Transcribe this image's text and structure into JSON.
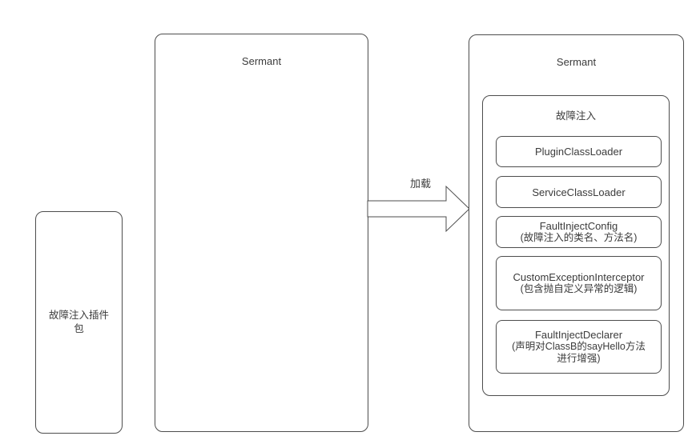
{
  "diagram": {
    "left_box": {
      "label": "故障注入插件\n包"
    },
    "middle_box": {
      "label": "Sermant"
    },
    "arrow": {
      "label": "加载"
    },
    "right_box": {
      "label": "Sermant",
      "inner": {
        "label": "故障注入",
        "items": [
          {
            "title": "PluginClassLoader",
            "subtitle": ""
          },
          {
            "title": "ServiceClassLoader",
            "subtitle": ""
          },
          {
            "title": "FaultInjectConfig",
            "subtitle": "(故障注入的类名、方法名)"
          },
          {
            "title": "CustomExceptionInterceptor",
            "subtitle": "(包含抛自定义异常的逻辑)"
          },
          {
            "title": "FaultInjectDeclarer",
            "subtitle": "(声明对ClassB的sayHello方法\n进行增强)"
          }
        ]
      }
    },
    "colors": {
      "border": "#4d4d4d",
      "text": "#3b3b3b",
      "background": "#ffffff"
    }
  }
}
